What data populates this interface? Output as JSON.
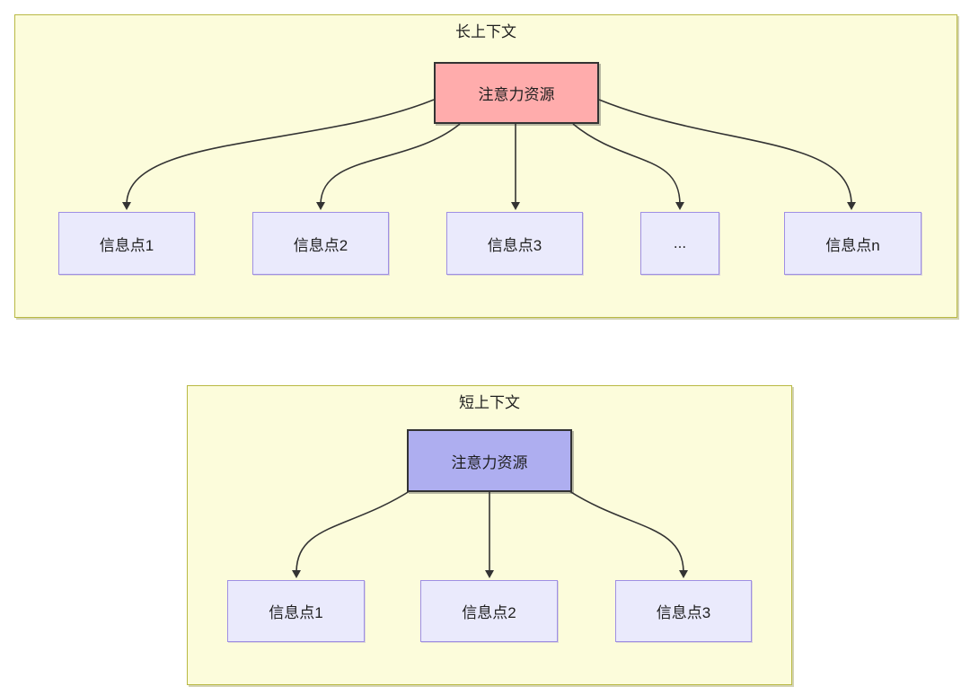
{
  "long_context": {
    "title": "长上下文",
    "attention_label": "注意力资源",
    "nodes": [
      "信息点1",
      "信息点2",
      "信息点3",
      "...",
      "信息点n"
    ]
  },
  "short_context": {
    "title": "短上下文",
    "attention_label": "注意力资源",
    "nodes": [
      "信息点1",
      "信息点2",
      "信息点3"
    ]
  },
  "colors": {
    "container_bg": "#fcfcdb",
    "container_border": "#b9b943",
    "attention_long_fill": "#ffacac",
    "attention_short_fill": "#aeaef0",
    "node_fill": "#eaeafc",
    "node_border": "#9f8fe4",
    "dark_border": "#333333",
    "arrow_color": "#333333",
    "text_color": "#1f1f1f"
  }
}
